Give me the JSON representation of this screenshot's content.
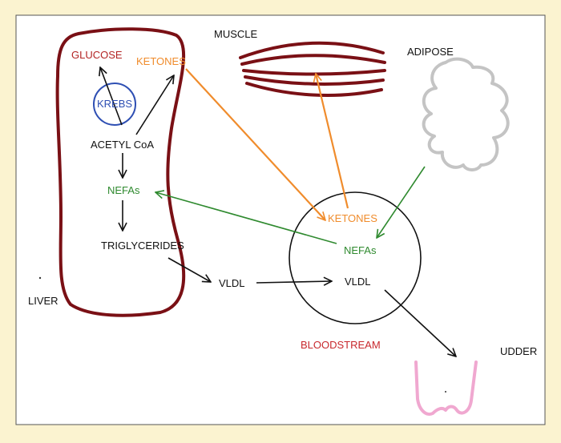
{
  "labels": {
    "glucose": "GLUCOSE",
    "ketones_liver": "KETONES",
    "krebs": "KREBS",
    "acetyl_coa": "ACETYL CoA",
    "nefas_liver": "NEFAs",
    "triglycerides": "TRIGLYCERIDES",
    "vldl_liver": "VLDL",
    "liver": "LIVER",
    "muscle": "MUSCLE",
    "adipose": "ADIPOSE",
    "ketones_blood": "KETONES",
    "nefas_blood": "NEFAs",
    "vldl_blood": "VLDL",
    "bloodstream": "BLOODSTREAM",
    "udder": "UDDER"
  },
  "colors": {
    "background": "#fbf3d0",
    "panel": "#ffffff",
    "liver": "#7a1015",
    "muscle": "#7a1015",
    "adipose": "#c4c4c4",
    "krebs": "#2e4fb3",
    "ketones": "#f08c2c",
    "nefas": "#2f8a2f",
    "glucose": "#b32424",
    "bloodstream_label": "#c8282d",
    "udder": "#f0a8d0",
    "text": "#111111"
  }
}
